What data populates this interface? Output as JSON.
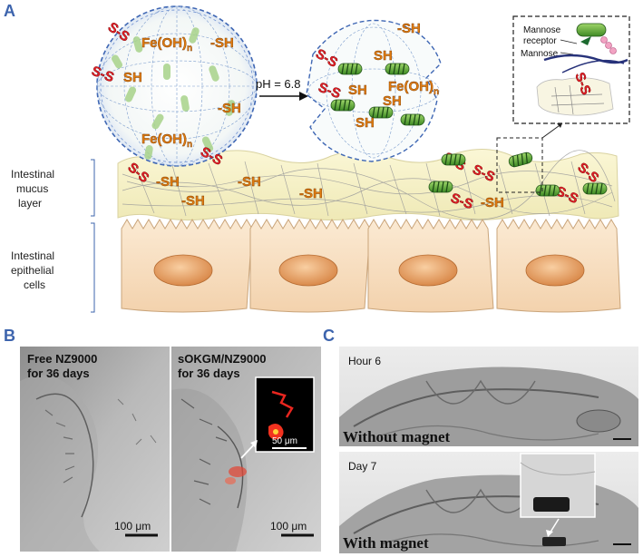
{
  "panels": {
    "a": "A",
    "b": "B",
    "c": "C"
  },
  "panel_a": {
    "ph_label": "pH = 6.8",
    "fe_oh": "Fe(OH)",
    "fe_oh_sub": "n",
    "sh": "-SH",
    "sh_plain": "SH",
    "ss": "S-S",
    "s_letter": "S",
    "mucus_layer_label": [
      "Intestinal",
      "mucus",
      "layer"
    ],
    "epithelial_label": [
      "Intestinal",
      "epithelial",
      "cells"
    ],
    "inset_receptor_label": [
      "Mannose",
      "receptor"
    ],
    "inset_mannose_label": "Mannose"
  },
  "panel_b": {
    "left_title": [
      "Free NZ9000",
      "for 36 days"
    ],
    "right_title": [
      "sOKGM/NZ9000",
      "for 36 days"
    ],
    "scale_left": "100 μm",
    "scale_right": "100 μm",
    "inset_scale": "50 μm"
  },
  "panel_c": {
    "top_time": "Hour 6",
    "top_caption": "Without magnet",
    "bottom_time": "Day 7",
    "bottom_caption": "With magnet"
  },
  "colors": {
    "panel_letter": "#3d64ad",
    "sh_tag": "#e07b0f",
    "disulfide": "#e41e26",
    "bacteria": "#5aa83a",
    "cell_fill": "#f7dfc0",
    "nucleus": "#e8a468"
  }
}
